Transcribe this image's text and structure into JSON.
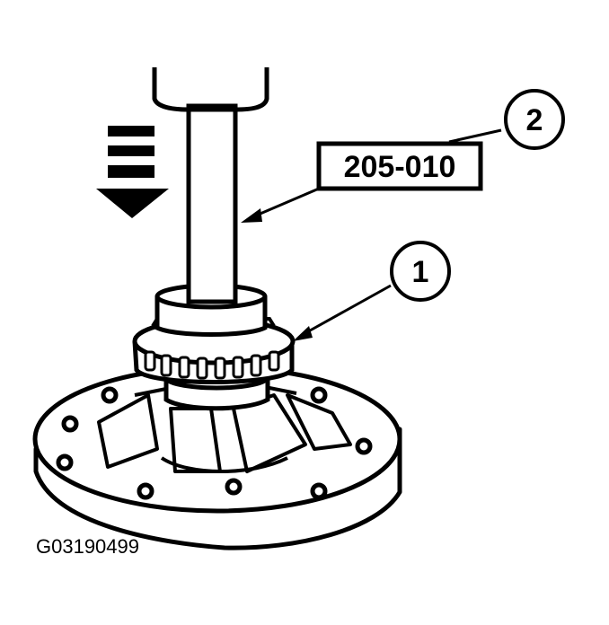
{
  "diagram": {
    "tool_label": "205-010",
    "callout_1": "1",
    "callout_2": "2",
    "figure_id": "G03190499"
  }
}
